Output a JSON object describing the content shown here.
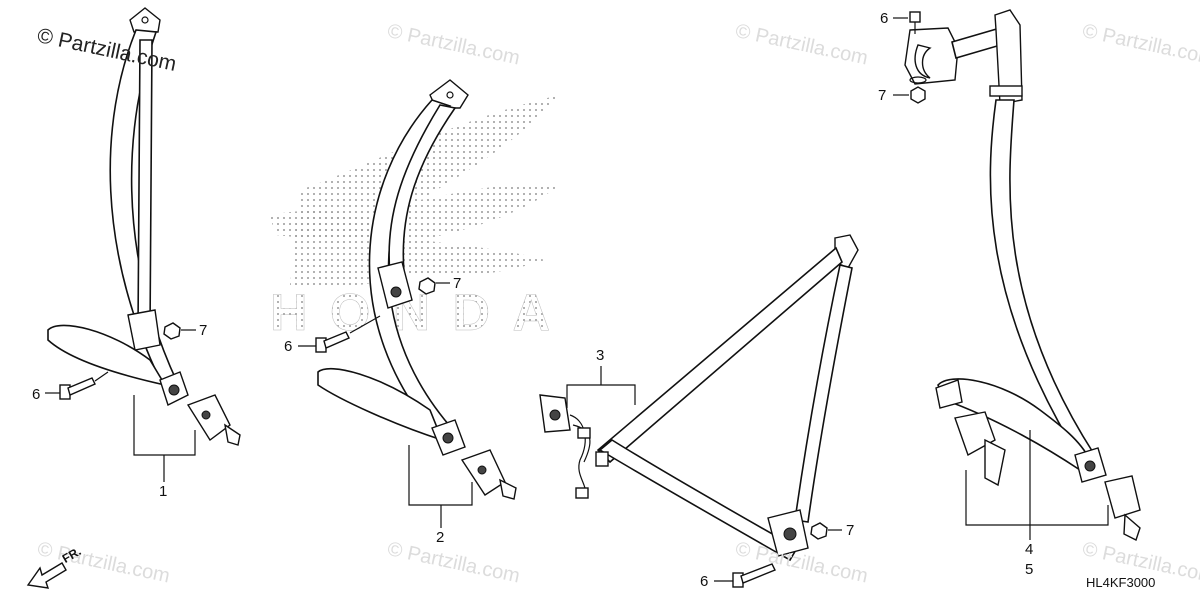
{
  "watermark": "© Partzilla.com",
  "diagram_code": "HL4KF3000",
  "direction_label": "FR.",
  "callouts": {
    "p1": "1",
    "p2": "2",
    "p3": "3",
    "p45a": "4",
    "p45b": "5",
    "b6a": "6",
    "b6b": "6",
    "b6c": "6",
    "b6d": "6",
    "n7a": "7",
    "n7b": "7",
    "n7c": "7",
    "n7d": "7"
  },
  "logo_text": "HONDA"
}
